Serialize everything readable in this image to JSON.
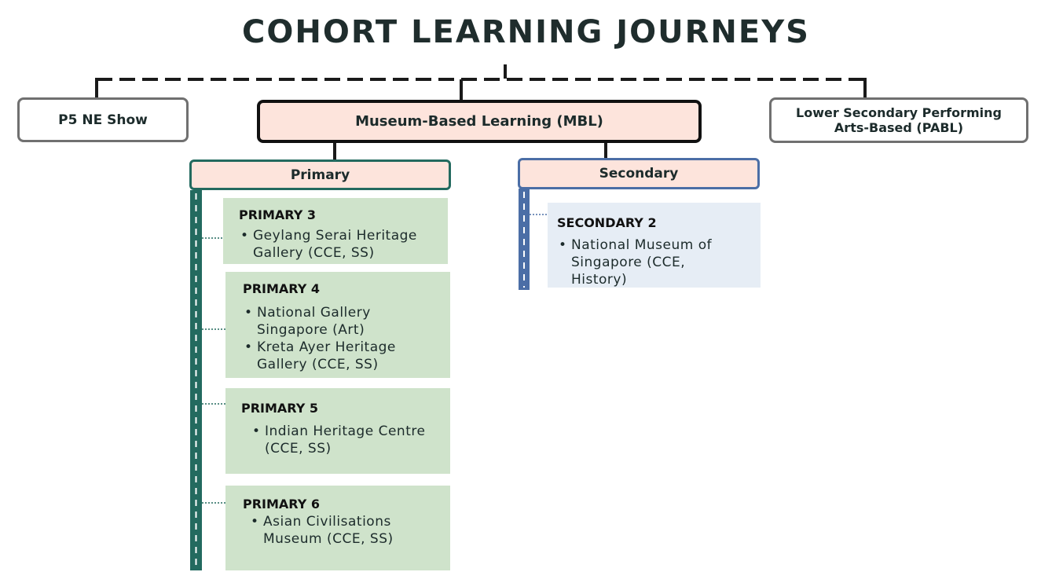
{
  "title": "COHORT LEARNING JOURNEYS",
  "top_nodes": {
    "p5": "P5 NE Show",
    "mbl": "Museum-Based Learning (MBL)",
    "pabl": "Lower Secondary Performing Arts-Based (PABL)"
  },
  "branches": {
    "primary": "Primary",
    "secondary": "Secondary"
  },
  "primary_levels": [
    {
      "heading": "PRIMARY 3",
      "items": [
        "Geylang Serai Heritage Gallery (CCE, SS)"
      ]
    },
    {
      "heading": "PRIMARY 4",
      "items": [
        "National Gallery Singapore (Art)",
        "Kreta Ayer Heritage Gallery (CCE, SS)"
      ]
    },
    {
      "heading": "PRIMARY 5",
      "items": [
        "Indian Heritage Centre (CCE, SS)"
      ]
    },
    {
      "heading": "PRIMARY 6",
      "items": [
        "Asian Civilisations Museum (CCE, SS)"
      ]
    }
  ],
  "secondary_levels": [
    {
      "heading": "SECONDARY 2",
      "items": [
        "National Museum of Singapore (CCE, History)"
      ]
    }
  ],
  "colors": {
    "primary_accent": "#236a5f",
    "secondary_accent": "#4b6ea6",
    "mbl_fill": "#fde4dc",
    "primary_card": "#cfe3cb",
    "secondary_card": "#e6edf5"
  }
}
